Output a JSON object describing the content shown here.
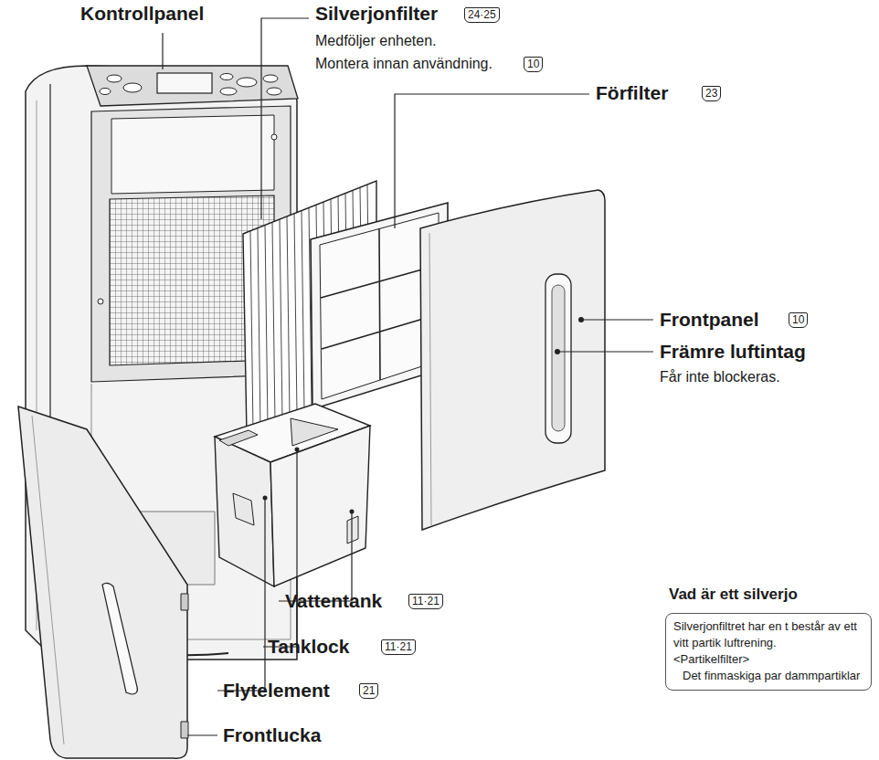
{
  "diagram": {
    "nodes": [
      {
        "text": [
          "Vad är ett silverjo",
          "Silverjonfiltret har en t består av ett vitt partik luftrening.",
          "<Partikelfilter>",
          "Det finmaskiga par dammpartiklar"
        ]
      }
    ],
    "labels": [
      "Kontrollpanel",
      "Silverjonfilter",
      "24·25",
      "Medföljer enheten.",
      "Montera innan användning.",
      "10",
      "Förfilter",
      "23",
      "Frontpanel",
      "10",
      "Främre luftintag",
      "Får inte blockeras.",
      "Vattentank",
      "11·21",
      "Tanklock",
      "11·21",
      "Flytelement",
      "21",
      "Frontlucka"
    ]
  }
}
